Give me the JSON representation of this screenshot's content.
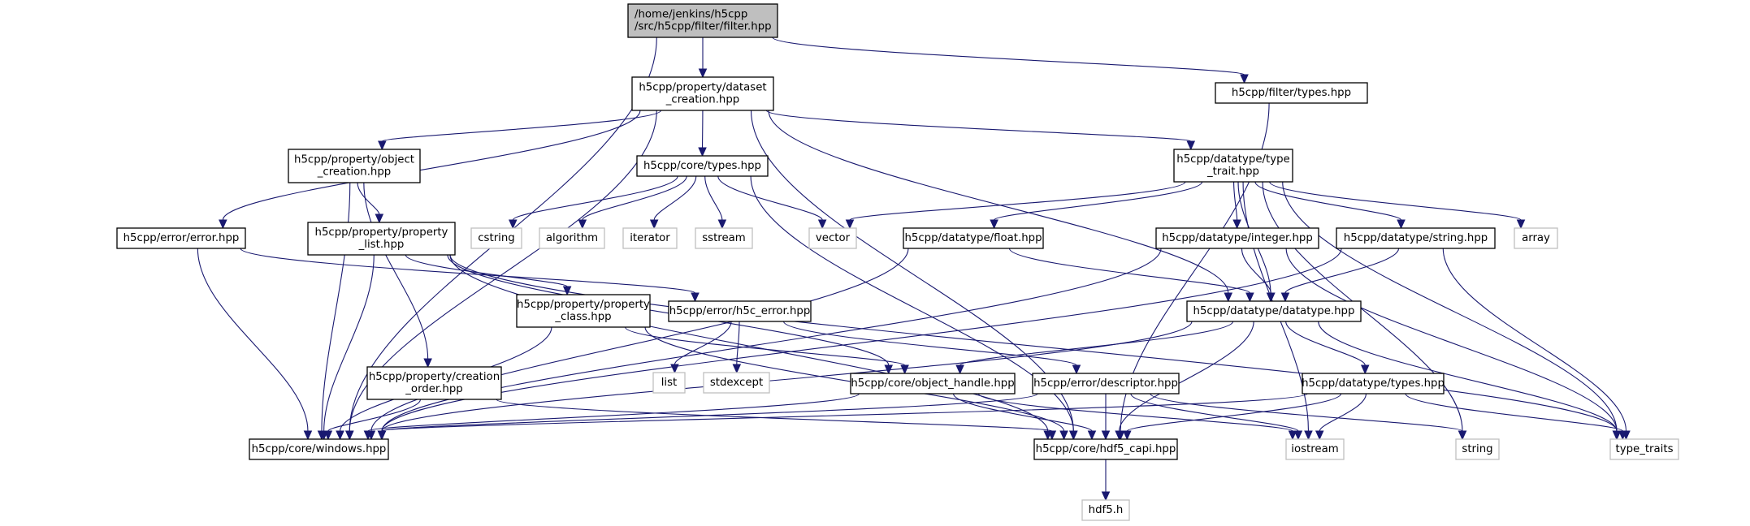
{
  "title": "/home/jenkins/h5cpp/src/h5cpp/filter/filter.hpp include dependency graph",
  "colors": {
    "edge": "#191970",
    "root_fill": "#bfbfbf",
    "node_border": "#000000",
    "external_border": "#bfbfbf"
  },
  "nodes": [
    {
      "id": "filter",
      "lines": [
        "/home/jenkins/h5cpp",
        "/src/h5cpp/filter/filter.hpp"
      ],
      "kind": "root"
    },
    {
      "id": "dataset_creation",
      "lines": [
        "h5cpp/property/dataset",
        "_creation.hpp"
      ],
      "kind": "internal"
    },
    {
      "id": "filter_types",
      "lines": [
        "h5cpp/filter/types.hpp"
      ],
      "kind": "internal"
    },
    {
      "id": "object_creation",
      "lines": [
        "h5cpp/property/object",
        "_creation.hpp"
      ],
      "kind": "internal"
    },
    {
      "id": "core_types",
      "lines": [
        "h5cpp/core/types.hpp"
      ],
      "kind": "internal"
    },
    {
      "id": "type_trait",
      "lines": [
        "h5cpp/datatype/type",
        "_trait.hpp"
      ],
      "kind": "internal"
    },
    {
      "id": "error",
      "lines": [
        "h5cpp/error/error.hpp"
      ],
      "kind": "internal"
    },
    {
      "id": "property_list",
      "lines": [
        "h5cpp/property/property",
        "_list.hpp"
      ],
      "kind": "internal"
    },
    {
      "id": "cstring",
      "lines": [
        "cstring"
      ],
      "kind": "external"
    },
    {
      "id": "algorithm",
      "lines": [
        "algorithm"
      ],
      "kind": "external"
    },
    {
      "id": "iterator",
      "lines": [
        "iterator"
      ],
      "kind": "external"
    },
    {
      "id": "sstream",
      "lines": [
        "sstream"
      ],
      "kind": "external"
    },
    {
      "id": "vector",
      "lines": [
        "vector"
      ],
      "kind": "external"
    },
    {
      "id": "float",
      "lines": [
        "h5cpp/datatype/float.hpp"
      ],
      "kind": "internal"
    },
    {
      "id": "integer",
      "lines": [
        "h5cpp/datatype/integer.hpp"
      ],
      "kind": "internal"
    },
    {
      "id": "string_hpp",
      "lines": [
        "h5cpp/datatype/string.hpp"
      ],
      "kind": "internal"
    },
    {
      "id": "array",
      "lines": [
        "array"
      ],
      "kind": "external"
    },
    {
      "id": "property_class",
      "lines": [
        "h5cpp/property/property",
        "_class.hpp"
      ],
      "kind": "internal"
    },
    {
      "id": "h5c_error",
      "lines": [
        "h5cpp/error/h5c_error.hpp"
      ],
      "kind": "internal"
    },
    {
      "id": "datatype",
      "lines": [
        "h5cpp/datatype/datatype.hpp"
      ],
      "kind": "internal"
    },
    {
      "id": "list",
      "lines": [
        "list"
      ],
      "kind": "external"
    },
    {
      "id": "stdexcept",
      "lines": [
        "stdexcept"
      ],
      "kind": "external"
    },
    {
      "id": "creation_order",
      "lines": [
        "h5cpp/property/creation",
        "_order.hpp"
      ],
      "kind": "internal"
    },
    {
      "id": "object_handle",
      "lines": [
        "h5cpp/core/object_handle.hpp"
      ],
      "kind": "internal"
    },
    {
      "id": "descriptor",
      "lines": [
        "h5cpp/error/descriptor.hpp"
      ],
      "kind": "internal"
    },
    {
      "id": "datatype_types",
      "lines": [
        "h5cpp/datatype/types.hpp"
      ],
      "kind": "internal"
    },
    {
      "id": "windows",
      "lines": [
        "h5cpp/core/windows.hpp"
      ],
      "kind": "internal"
    },
    {
      "id": "hdf5_capi",
      "lines": [
        "h5cpp/core/hdf5_capi.hpp"
      ],
      "kind": "internal"
    },
    {
      "id": "iostream",
      "lines": [
        "iostream"
      ],
      "kind": "external"
    },
    {
      "id": "string",
      "lines": [
        "string"
      ],
      "kind": "external"
    },
    {
      "id": "type_traits",
      "lines": [
        "type_traits"
      ],
      "kind": "external"
    },
    {
      "id": "hdf5h",
      "lines": [
        "hdf5.h"
      ],
      "kind": "external"
    }
  ],
  "edges": [
    [
      "filter",
      "dataset_creation"
    ],
    [
      "filter",
      "filter_types"
    ],
    [
      "filter",
      "windows"
    ],
    [
      "dataset_creation",
      "object_creation"
    ],
    [
      "dataset_creation",
      "core_types"
    ],
    [
      "dataset_creation",
      "type_trait"
    ],
    [
      "dataset_creation",
      "error"
    ],
    [
      "dataset_creation",
      "windows"
    ],
    [
      "dataset_creation",
      "datatype"
    ],
    [
      "dataset_creation",
      "hdf5_capi"
    ],
    [
      "filter_types",
      "hdf5_capi"
    ],
    [
      "object_creation",
      "property_list"
    ],
    [
      "object_creation",
      "creation_order"
    ],
    [
      "object_creation",
      "windows"
    ],
    [
      "core_types",
      "cstring"
    ],
    [
      "core_types",
      "algorithm"
    ],
    [
      "core_types",
      "iterator"
    ],
    [
      "core_types",
      "sstream"
    ],
    [
      "core_types",
      "vector"
    ],
    [
      "core_types",
      "hdf5_capi"
    ],
    [
      "type_trait",
      "vector"
    ],
    [
      "type_trait",
      "float"
    ],
    [
      "type_trait",
      "integer"
    ],
    [
      "type_trait",
      "string_hpp"
    ],
    [
      "type_trait",
      "array"
    ],
    [
      "type_trait",
      "datatype"
    ],
    [
      "type_trait",
      "string"
    ],
    [
      "type_trait",
      "type_traits"
    ],
    [
      "type_trait",
      "iostream"
    ],
    [
      "error",
      "h5c_error"
    ],
    [
      "error",
      "windows"
    ],
    [
      "property_list",
      "property_class"
    ],
    [
      "property_list",
      "object_handle"
    ],
    [
      "property_list",
      "windows"
    ],
    [
      "property_list",
      "hdf5_capi"
    ],
    [
      "property_list",
      "type_traits"
    ],
    [
      "float",
      "datatype"
    ],
    [
      "float",
      "windows"
    ],
    [
      "integer",
      "datatype"
    ],
    [
      "integer",
      "windows"
    ],
    [
      "integer",
      "type_traits"
    ],
    [
      "string_hpp",
      "datatype"
    ],
    [
      "string_hpp",
      "windows"
    ],
    [
      "string_hpp",
      "type_traits"
    ],
    [
      "property_class",
      "object_handle"
    ],
    [
      "property_class",
      "windows"
    ],
    [
      "property_class",
      "hdf5_capi"
    ],
    [
      "h5c_error",
      "list"
    ],
    [
      "h5c_error",
      "stdexcept"
    ],
    [
      "h5c_error",
      "descriptor"
    ],
    [
      "datatype",
      "object_handle"
    ],
    [
      "datatype",
      "datatype_types"
    ],
    [
      "datatype",
      "hdf5_capi"
    ],
    [
      "datatype",
      "windows"
    ],
    [
      "datatype",
      "type_traits"
    ],
    [
      "creation_order",
      "windows"
    ],
    [
      "creation_order",
      "hdf5_capi"
    ],
    [
      "object_handle",
      "windows"
    ],
    [
      "object_handle",
      "hdf5_capi"
    ],
    [
      "object_handle",
      "iostream"
    ],
    [
      "descriptor",
      "hdf5_capi"
    ],
    [
      "descriptor",
      "iostream"
    ],
    [
      "descriptor",
      "string"
    ],
    [
      "descriptor",
      "windows"
    ],
    [
      "datatype_types",
      "hdf5_capi"
    ],
    [
      "datatype_types",
      "iostream"
    ],
    [
      "datatype_types",
      "type_traits"
    ],
    [
      "datatype_types",
      "windows"
    ],
    [
      "hdf5_capi",
      "hdf5h"
    ]
  ]
}
